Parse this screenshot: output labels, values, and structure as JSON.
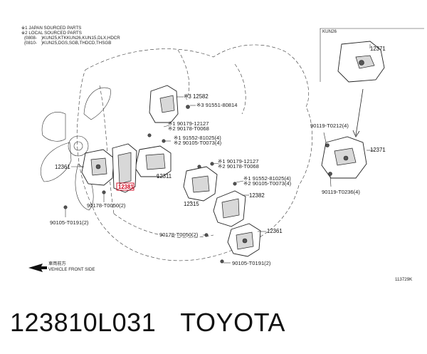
{
  "notes": {
    "line1": "※1 JAPAN SOURCED PARTS",
    "line2": "※2 LOCAL SOURCED PARTS",
    "line3_left": "(0808-",
    "line3_right": ")KUN25,KTKKUN26,KUN15,DLX,HDCR",
    "line4_left": "(0810-",
    "line4_right": ")KUN25,DGS,SGB,THDCD,THSGB"
  },
  "inset_title": "KUN26",
  "labels": {
    "p12371_top": "12371",
    "p12582": "※3 12582",
    "p91551": "※3 91551-80814",
    "p90179a": "※1 90179-12127",
    "p90178a": "※2 90178-T0068",
    "p91552a": "※1 91552-81025(4)",
    "p90105a": "※2 90105-T0073(4)",
    "p12361_left": "12361",
    "p12381": "12381",
    "p12311": "12311",
    "p90178_left": "90178-T0050(2)",
    "p90105_left": "90105-T0191(2)",
    "p90179b": "※1 90179-12127",
    "p90178b": "※2 90178-T0068",
    "p91552b": "※1 91552-81025(4)",
    "p90105b": "※2 90105-T0073(4)",
    "p12382": "12382",
    "p12315": "12315",
    "p90119a": "90119-T0212(4)",
    "p12371_right": "12371",
    "p90119b": "90119-T0236(4)",
    "p90178_bottom": "90178-T0050(2)",
    "p12361_right": "12361",
    "p90105_bottom": "90105-T0191(2)"
  },
  "direction": {
    "jp": "車両前方",
    "en": "VEHICLE FRONT SIDE"
  },
  "figure_code": "113729K",
  "footer": {
    "part_number": "123810L031",
    "brand": "TOYOTA"
  }
}
